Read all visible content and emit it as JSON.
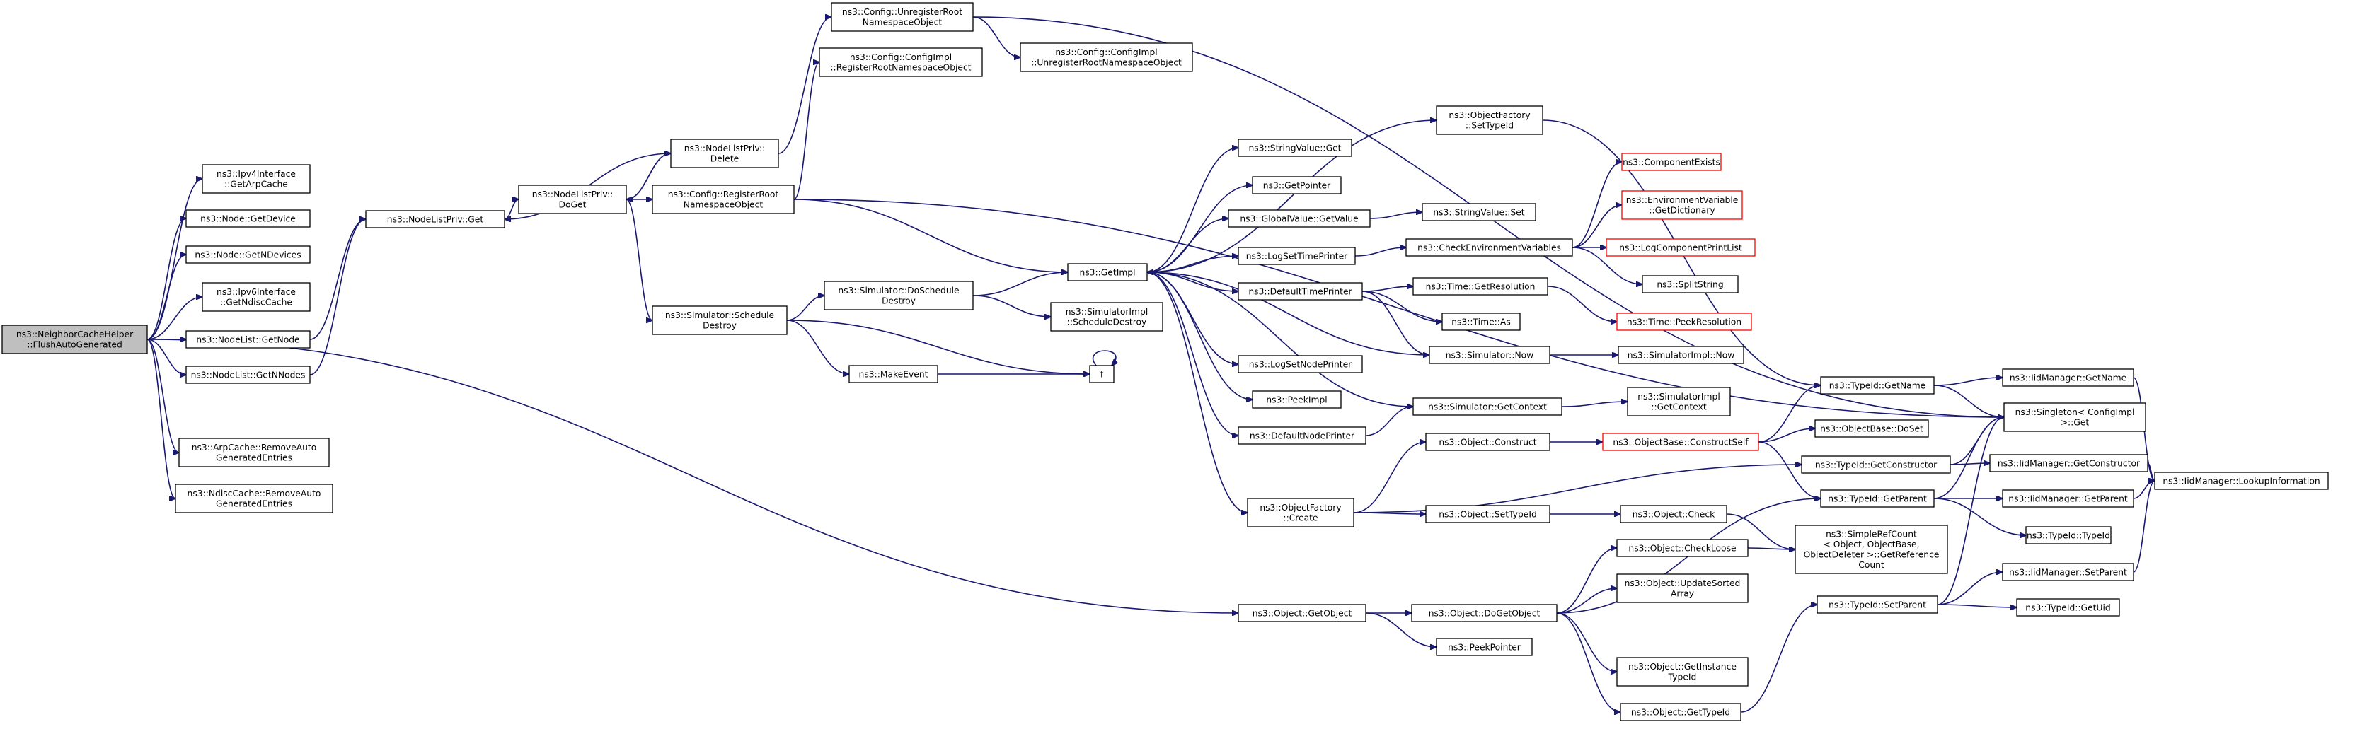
{
  "title": "",
  "colors": {
    "edge": "#191970",
    "node_border": "#000000",
    "truncated_border": "#ff0000",
    "root_fill": "#bfbfbf"
  },
  "nodes": [
    {
      "id": "root",
      "lines": [
        "ns3::NeighborCacheHelper",
        "::FlushAutoGenerated"
      ],
      "style": "root"
    },
    {
      "id": "ipv4arp",
      "lines": [
        "ns3::Ipv4Interface",
        "::GetArpCache"
      ]
    },
    {
      "id": "nodegetdev",
      "lines": [
        "ns3::Node::GetDevice"
      ]
    },
    {
      "id": "nodegetn",
      "lines": [
        "ns3::Node::GetNDevices"
      ]
    },
    {
      "id": "ipv6nd",
      "lines": [
        "ns3::Ipv6Interface",
        "::GetNdiscCache"
      ]
    },
    {
      "id": "nlgetnode",
      "lines": [
        "ns3::NodeList::GetNode"
      ]
    },
    {
      "id": "nlgetn",
      "lines": [
        "ns3::NodeList::GetNNodes"
      ]
    },
    {
      "id": "arprm",
      "lines": [
        "ns3::ArpCache::RemoveAuto",
        "GeneratedEntries"
      ]
    },
    {
      "id": "ndrm",
      "lines": [
        "ns3::NdiscCache::RemoveAuto",
        "GeneratedEntries"
      ]
    },
    {
      "id": "nlpget",
      "lines": [
        "ns3::NodeListPriv::Get"
      ]
    },
    {
      "id": "nlpdoget",
      "lines": [
        "ns3::NodeListPriv::",
        "DoGet"
      ]
    },
    {
      "id": "nlpdel",
      "lines": [
        "ns3::NodeListPriv::",
        "Delete"
      ]
    },
    {
      "id": "cfgreg",
      "lines": [
        "ns3::Config::RegisterRoot",
        "NamespaceObject"
      ]
    },
    {
      "id": "cfgunreg",
      "lines": [
        "ns3::Config::UnregisterRoot",
        "NamespaceObject"
      ]
    },
    {
      "id": "cfgimplreg",
      "lines": [
        "ns3::Config::ConfigImpl",
        "::RegisterRootNamespaceObject"
      ]
    },
    {
      "id": "cfgimplunreg",
      "lines": [
        "ns3::Config::ConfigImpl",
        "::UnregisterRootNamespaceObject"
      ]
    },
    {
      "id": "simsd",
      "lines": [
        "ns3::Simulator::Schedule",
        "Destroy"
      ]
    },
    {
      "id": "simdosd",
      "lines": [
        "ns3::Simulator::DoSchedule",
        "Destroy"
      ]
    },
    {
      "id": "simimplsd",
      "lines": [
        "ns3::SimulatorImpl",
        "::ScheduleDestroy"
      ]
    },
    {
      "id": "makeev",
      "lines": [
        "ns3::MakeEvent"
      ]
    },
    {
      "id": "f",
      "lines": [
        "f"
      ]
    },
    {
      "id": "getimpl",
      "lines": [
        "ns3::GetImpl"
      ]
    },
    {
      "id": "strget",
      "lines": [
        "ns3::StringValue::Get"
      ]
    },
    {
      "id": "getptr",
      "lines": [
        "ns3::GetPointer"
      ]
    },
    {
      "id": "gvget",
      "lines": [
        "ns3::GlobalValue::GetValue"
      ]
    },
    {
      "id": "logtime",
      "lines": [
        "ns3::LogSetTimePrinter"
      ]
    },
    {
      "id": "deftime",
      "lines": [
        "ns3::DefaultTimePrinter"
      ]
    },
    {
      "id": "lognode",
      "lines": [
        "ns3::LogSetNodePrinter"
      ]
    },
    {
      "id": "peekimpl",
      "lines": [
        "ns3::PeekImpl"
      ]
    },
    {
      "id": "defnode",
      "lines": [
        "ns3::DefaultNodePrinter"
      ]
    },
    {
      "id": "ofcreate",
      "lines": [
        "ns3::ObjectFactory",
        "::Create"
      ]
    },
    {
      "id": "ofsettid",
      "lines": [
        "ns3::ObjectFactory",
        "::SetTypeId"
      ]
    },
    {
      "id": "strset",
      "lines": [
        "ns3::StringValue::Set"
      ]
    },
    {
      "id": "checkenv",
      "lines": [
        "ns3::CheckEnvironmentVariables"
      ]
    },
    {
      "id": "compexists",
      "lines": [
        "ns3::ComponentExists"
      ],
      "style": "red"
    },
    {
      "id": "envdict",
      "lines": [
        "ns3::EnvironmentVariable",
        "::GetDictionary"
      ],
      "style": "red"
    },
    {
      "id": "logcomp",
      "lines": [
        "ns3::LogComponentPrintList"
      ],
      "style": "red"
    },
    {
      "id": "splitstr",
      "lines": [
        "ns3::SplitString"
      ]
    },
    {
      "id": "timeres",
      "lines": [
        "ns3::Time::GetResolution"
      ]
    },
    {
      "id": "timeas",
      "lines": [
        "ns3::Time::As"
      ]
    },
    {
      "id": "timepeek",
      "lines": [
        "ns3::Time::PeekResolution"
      ],
      "style": "red"
    },
    {
      "id": "simnow",
      "lines": [
        "ns3::Simulator::Now"
      ]
    },
    {
      "id": "simimplnow",
      "lines": [
        "ns3::SimulatorImpl::Now"
      ]
    },
    {
      "id": "simgetctx",
      "lines": [
        "ns3::Simulator::GetContext"
      ]
    },
    {
      "id": "simimplctx",
      "lines": [
        "ns3::SimulatorImpl",
        "::GetContext"
      ]
    },
    {
      "id": "objconstruct",
      "lines": [
        "ns3::Object::Construct"
      ]
    },
    {
      "id": "obconstructself",
      "lines": [
        "ns3::ObjectBase::ConstructSelf"
      ],
      "style": "red"
    },
    {
      "id": "objsettid",
      "lines": [
        "ns3::Object::SetTypeId"
      ]
    },
    {
      "id": "objcheck",
      "lines": [
        "ns3::Object::Check"
      ]
    },
    {
      "id": "objcheckloose",
      "lines": [
        "ns3::Object::CheckLoose"
      ]
    },
    {
      "id": "objupd",
      "lines": [
        "ns3::Object::UpdateSorted",
        "Array"
      ]
    },
    {
      "id": "objgetobj",
      "lines": [
        "ns3::Object::GetObject"
      ]
    },
    {
      "id": "objdogetobj",
      "lines": [
        "ns3::Object::DoGetObject"
      ]
    },
    {
      "id": "peekptr",
      "lines": [
        "ns3::PeekPointer"
      ]
    },
    {
      "id": "objgetinst",
      "lines": [
        "ns3::Object::GetInstance",
        "TypeId"
      ]
    },
    {
      "id": "objgettid",
      "lines": [
        "ns3::Object::GetTypeId"
      ]
    },
    {
      "id": "obdoset",
      "lines": [
        "ns3::ObjectBase::DoSet"
      ]
    },
    {
      "id": "tidgetname",
      "lines": [
        "ns3::TypeId::GetName"
      ]
    },
    {
      "id": "tidgetctor",
      "lines": [
        "ns3::TypeId::GetConstructor"
      ]
    },
    {
      "id": "tidgetparent",
      "lines": [
        "ns3::TypeId::GetParent"
      ]
    },
    {
      "id": "tidsetparent",
      "lines": [
        "ns3::TypeId::SetParent"
      ]
    },
    {
      "id": "simpleref",
      "lines": [
        "ns3::SimpleRefCount",
        "< Object, ObjectBase,",
        "ObjectDeleter >::GetReference",
        "Count"
      ]
    },
    {
      "id": "iidgetname",
      "lines": [
        "ns3::IidManager::GetName"
      ]
    },
    {
      "id": "singleton",
      "lines": [
        "ns3::Singleton< ConfigImpl",
        ">::Get"
      ]
    },
    {
      "id": "iidgetctor",
      "lines": [
        "ns3::IidManager::GetConstructor"
      ]
    },
    {
      "id": "iidgetparent",
      "lines": [
        "ns3::IidManager::GetParent"
      ]
    },
    {
      "id": "tidtid",
      "lines": [
        "ns3::TypeId::TypeId"
      ]
    },
    {
      "id": "iidsetparent",
      "lines": [
        "ns3::IidManager::SetParent"
      ]
    },
    {
      "id": "tidgetuid",
      "lines": [
        "ns3::TypeId::GetUid"
      ]
    },
    {
      "id": "iidlookup",
      "lines": [
        "ns3::IidManager::LookupInformation"
      ]
    }
  ]
}
